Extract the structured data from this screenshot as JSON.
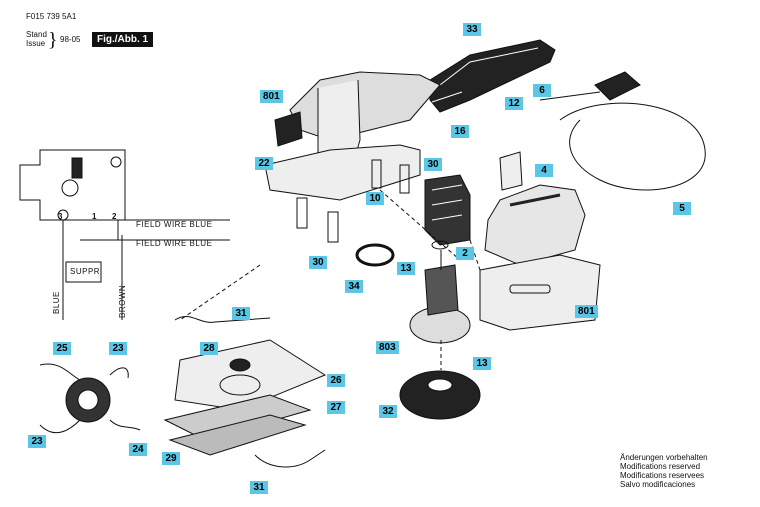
{
  "header": {
    "doc_number": "F015 739 5A1",
    "stand_label": "Stand",
    "issue_label": "Issue",
    "date": "98-05",
    "fig_label": "Fig./Abb. 1"
  },
  "wiring": {
    "terminal_3": "3",
    "terminal_1": "1",
    "terminal_2": "2",
    "field_wire_1": "FIELD WIRE BLUE",
    "field_wire_2": "FIELD WIRE BLUE",
    "suppr": "SUPPR",
    "blue": "BLUE",
    "brown": "BROWN"
  },
  "parts": {
    "p33": "33",
    "p801a": "801",
    "p12": "12",
    "p6": "6",
    "p16": "16",
    "p22": "22",
    "p30a": "30",
    "p4": "4",
    "p10": "10",
    "p5": "5",
    "p2": "2",
    "p13a": "13",
    "p30b": "30",
    "p34": "34",
    "p801b": "801",
    "p31a": "31",
    "p28": "28",
    "p803": "803",
    "p13b": "13",
    "p26": "26",
    "p27": "27",
    "p32": "32",
    "p25": "25",
    "p23a": "23",
    "p23b": "23",
    "p24": "24",
    "p29": "29",
    "p31b": "31"
  },
  "notes": {
    "line1": "Änderungen vorbehalten",
    "line2": "Modifications reserved",
    "line3": "Modifications reservees",
    "line4": "Salvo modificaciones"
  }
}
